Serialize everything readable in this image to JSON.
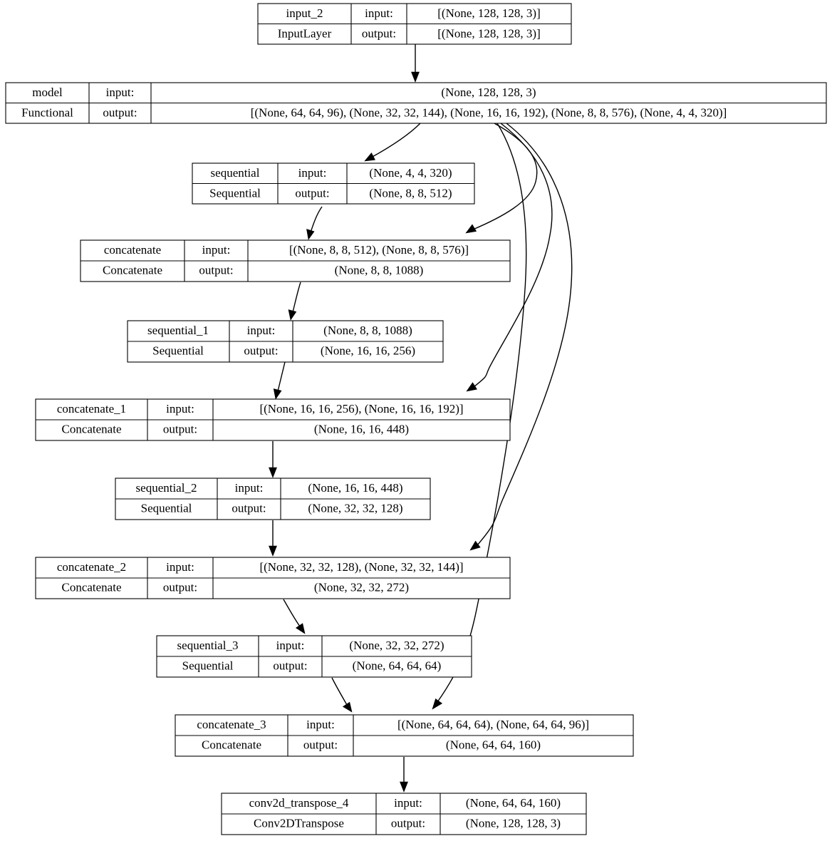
{
  "diagram": {
    "title": "Keras model architecture graph",
    "type": "model-plot",
    "row_labels": {
      "input": "input:",
      "output": "output:"
    },
    "nodes": [
      {
        "id": "input_2",
        "name": "input_2",
        "class_name": "InputLayer",
        "input_shape": "[(None, 128, 128, 3)]",
        "output_shape": "[(None, 128, 128, 3)]"
      },
      {
        "id": "model",
        "name": "model",
        "class_name": "Functional",
        "input_shape": "(None, 128, 128, 3)",
        "output_shape": "[(None, 64, 64, 96), (None, 32, 32, 144), (None, 16, 16, 192), (None, 8, 8, 576), (None, 4, 4, 320)]"
      },
      {
        "id": "sequential",
        "name": "sequential",
        "class_name": "Sequential",
        "input_shape": "(None, 4, 4, 320)",
        "output_shape": "(None, 8, 8, 512)"
      },
      {
        "id": "concatenate",
        "name": "concatenate",
        "class_name": "Concatenate",
        "input_shape": "[(None, 8, 8, 512), (None, 8, 8, 576)]",
        "output_shape": "(None, 8, 8, 1088)"
      },
      {
        "id": "sequential_1",
        "name": "sequential_1",
        "class_name": "Sequential",
        "input_shape": "(None, 8, 8, 1088)",
        "output_shape": "(None, 16, 16, 256)"
      },
      {
        "id": "concatenate_1",
        "name": "concatenate_1",
        "class_name": "Concatenate",
        "input_shape": "[(None, 16, 16, 256), (None, 16, 16, 192)]",
        "output_shape": "(None, 16, 16, 448)"
      },
      {
        "id": "sequential_2",
        "name": "sequential_2",
        "class_name": "Sequential",
        "input_shape": "(None, 16, 16, 448)",
        "output_shape": "(None, 32, 32, 128)"
      },
      {
        "id": "concatenate_2",
        "name": "concatenate_2",
        "class_name": "Concatenate",
        "input_shape": "[(None, 32, 32, 128), (None, 32, 32, 144)]",
        "output_shape": "(None, 32, 32, 272)"
      },
      {
        "id": "sequential_3",
        "name": "sequential_3",
        "class_name": "Sequential",
        "input_shape": "(None, 32, 32, 272)",
        "output_shape": "(None, 64, 64, 64)"
      },
      {
        "id": "concatenate_3",
        "name": "concatenate_3",
        "class_name": "Concatenate",
        "input_shape": "[(None, 64, 64, 64), (None, 64, 64, 96)]",
        "output_shape": "(None, 64, 64, 160)"
      },
      {
        "id": "conv2d_transpose_4",
        "name": "conv2d_transpose_4",
        "class_name": "Conv2DTranspose",
        "input_shape": "(None, 64, 64, 160)",
        "output_shape": "(None, 128, 128, 3)"
      }
    ],
    "edges": [
      {
        "from": "input_2",
        "to": "model"
      },
      {
        "from": "model",
        "to": "sequential"
      },
      {
        "from": "model",
        "to": "concatenate"
      },
      {
        "from": "sequential",
        "to": "concatenate"
      },
      {
        "from": "concatenate",
        "to": "sequential_1"
      },
      {
        "from": "sequential_1",
        "to": "concatenate_1"
      },
      {
        "from": "model",
        "to": "concatenate_1"
      },
      {
        "from": "concatenate_1",
        "to": "sequential_2"
      },
      {
        "from": "sequential_2",
        "to": "concatenate_2"
      },
      {
        "from": "model",
        "to": "concatenate_2"
      },
      {
        "from": "concatenate_2",
        "to": "sequential_3"
      },
      {
        "from": "sequential_3",
        "to": "concatenate_3"
      },
      {
        "from": "model",
        "to": "concatenate_3"
      },
      {
        "from": "concatenate_3",
        "to": "conv2d_transpose_4"
      }
    ],
    "colors": {
      "background": "#ffffff",
      "node_border": "#000000",
      "node_fill": "#ffffff",
      "text": "#000000",
      "edge": "#000000"
    }
  }
}
